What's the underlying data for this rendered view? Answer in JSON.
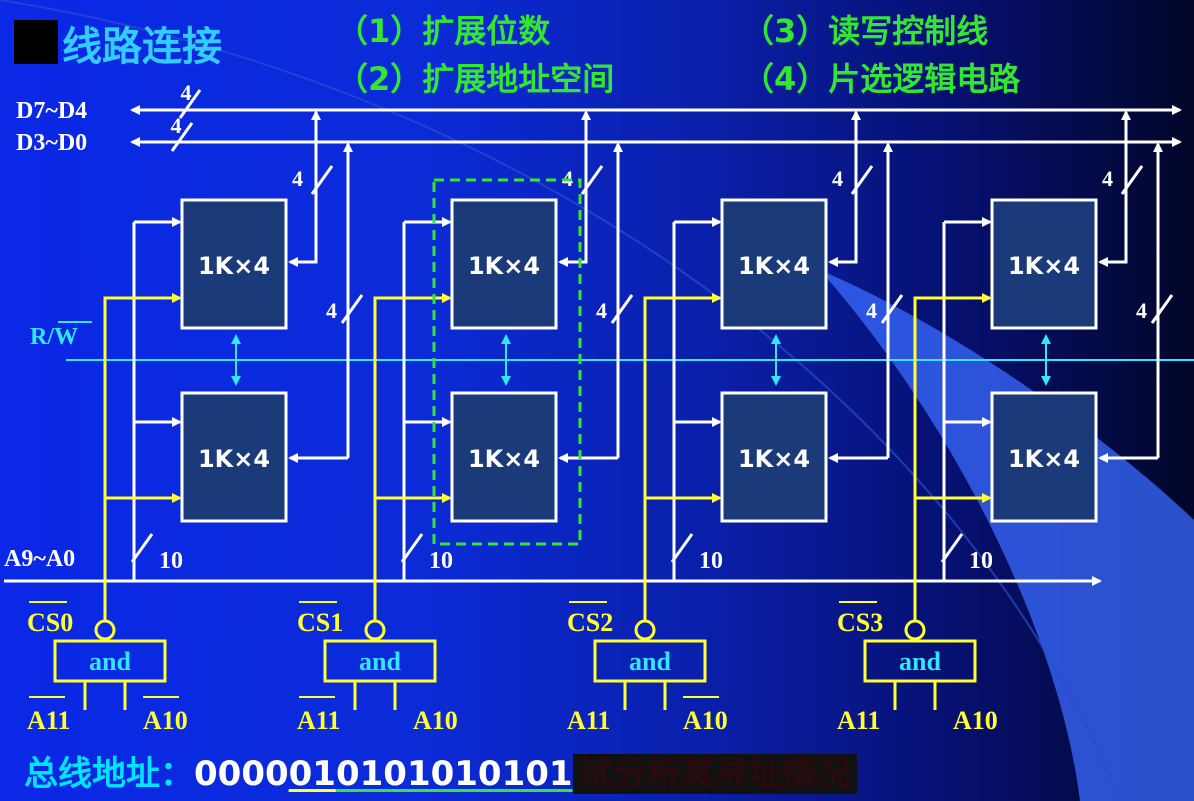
{
  "title": "线路连接",
  "notes": [
    "（1）扩展位数",
    "（3）读写控制线",
    "（2）扩展地址空间",
    "（4）片选逻辑电路"
  ],
  "buses": {
    "high": "D7~D4",
    "low": "D3~D0",
    "width_label": "4",
    "rw": "R/W",
    "addr": "A9~A0",
    "addr_width": "10"
  },
  "chip_label": "1K×4",
  "groups": [
    {
      "cs": "CS0",
      "gate": "and",
      "in1": "A11",
      "in2": "A10",
      "in1_bar": true,
      "in2_bar": true
    },
    {
      "cs": "CS1",
      "gate": "and",
      "in1": "A11",
      "in2": "A10",
      "in1_bar": true,
      "in2_bar": false
    },
    {
      "cs": "CS2",
      "gate": "and",
      "in1": "A11",
      "in2": "A10",
      "in1_bar": false,
      "in2_bar": true
    },
    {
      "cs": "CS3",
      "gate": "and",
      "in1": "A11",
      "in2": "A10",
      "in1_bar": false,
      "in2_bar": false
    }
  ],
  "highlighted_group": 1,
  "bottom": {
    "label": "总线地址：",
    "addr_prefix": "0000",
    "addr_cs": "01",
    "addr_rest": "0101010101",
    "question": "试分析其寻址情况"
  },
  "colors": {
    "chip_fill": "#1a3a7a",
    "line": "#ffffff",
    "cs_line": "#ffff33",
    "rw_line": "#33e6ff",
    "highlight": "#33e633",
    "label_yellow": "#ffff33"
  }
}
